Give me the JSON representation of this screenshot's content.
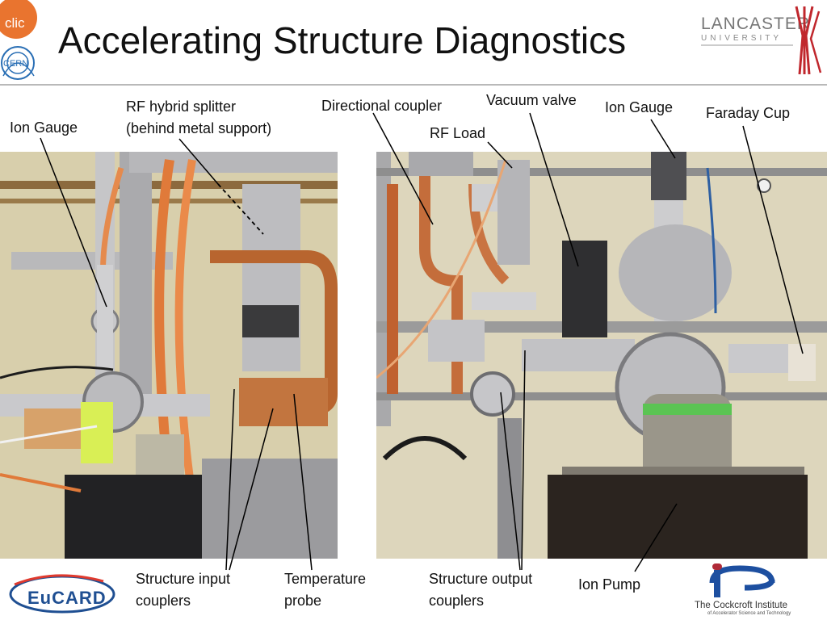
{
  "slide": {
    "title": "Accelerating Structure Diagnostics"
  },
  "logos": {
    "clic": "clic",
    "cern": "CERN",
    "lancaster_name": "LANCASTER",
    "lancaster_university": "UNIVERSITY",
    "eucard": "EuCARD",
    "cockcroft_name": "The Cockcroft Institute",
    "cockcroft_subtitle": "of Accelerator Science and Technology"
  },
  "labels": {
    "ion_gauge_left": "Ion Gauge",
    "rf_hybrid_line1": "RF hybrid splitter",
    "rf_hybrid_line2": "(behind metal support)",
    "directional_coupler": "Directional coupler",
    "vacuum_valve": "Vacuum valve",
    "ion_gauge_right": "Ion Gauge",
    "faraday_cup": "Faraday Cup",
    "rf_load": "RF Load",
    "structure_input_line1": "Structure input",
    "structure_input_line2": "couplers",
    "temperature_line1": "Temperature",
    "temperature_line2": "probe",
    "structure_output_line1": "Structure output",
    "structure_output_line2": "couplers",
    "ion_pump": "Ion Pump"
  },
  "colors": {
    "title_rule": "#b9b9b9",
    "lancaster_red": "#c0272d",
    "eucard_blue": "#1f4f92",
    "cockcroft_blue": "#1d4fa0",
    "cockcroft_red": "#b02a37",
    "copper": "#c06a3a",
    "steel": "#b8b8b8"
  }
}
